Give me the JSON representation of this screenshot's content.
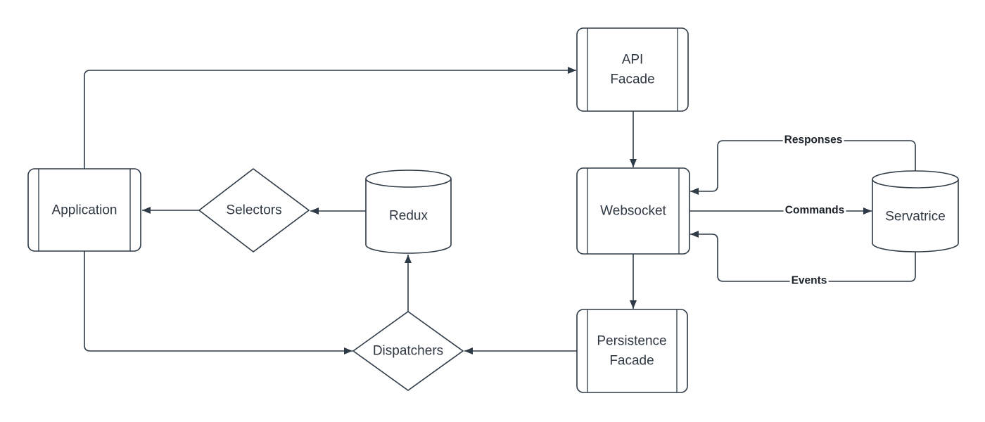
{
  "diagram": {
    "type": "architecture-flowchart",
    "background_color": "#ffffff",
    "stroke_color": "#2e3a46",
    "node_label_color": "#2f3843",
    "edge_label_color": "#1b2129",
    "nodes": [
      {
        "id": "application",
        "shape": "process",
        "label": "Application"
      },
      {
        "id": "selectors",
        "shape": "decision",
        "label": "Selectors"
      },
      {
        "id": "redux",
        "shape": "database",
        "label": "Redux"
      },
      {
        "id": "api-facade",
        "shape": "process",
        "label": [
          "API",
          "Facade"
        ]
      },
      {
        "id": "websocket",
        "shape": "process",
        "label": "Websocket"
      },
      {
        "id": "persistence-facade",
        "shape": "process",
        "label": [
          "Persistence",
          "Facade"
        ]
      },
      {
        "id": "dispatchers",
        "shape": "decision",
        "label": "Dispatchers"
      },
      {
        "id": "servatrice",
        "shape": "database",
        "label": "Servatrice"
      }
    ],
    "edges": [
      {
        "from": "Application",
        "to": "API Facade",
        "label": ""
      },
      {
        "from": "API Facade",
        "to": "Websocket",
        "label": ""
      },
      {
        "from": "Websocket",
        "to": "Persistence Facade",
        "label": ""
      },
      {
        "from": "Persistence Facade",
        "to": "Dispatchers",
        "label": ""
      },
      {
        "from": "Dispatchers",
        "to": "Redux",
        "label": ""
      },
      {
        "from": "Redux",
        "to": "Selectors",
        "label": ""
      },
      {
        "from": "Selectors",
        "to": "Application",
        "label": ""
      },
      {
        "from": "Application",
        "to": "Dispatchers",
        "label": ""
      },
      {
        "from": "Websocket",
        "to": "Servatrice",
        "label": "Commands"
      },
      {
        "from": "Servatrice",
        "to": "Websocket",
        "label": "Responses"
      },
      {
        "from": "Servatrice",
        "to": "Websocket",
        "label": "Events"
      }
    ]
  }
}
